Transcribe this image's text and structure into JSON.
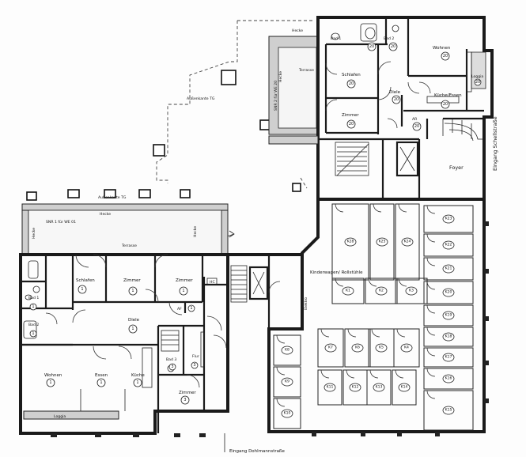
{
  "labels": {
    "aussenkante_tg_top": "Außenkante TG",
    "aussenkante_tg_left": "Außenkante TG",
    "hecke_top": "Hecke",
    "hecke_mid": "Hecke",
    "hecke_lower": "Hecke",
    "hecke_left": "Hecke",
    "hecke_right": "Hecke",
    "hecke_vert": "Hecke",
    "terrasse_top": "Terrasse",
    "terrasse_left": "Terrasse",
    "snr2": "SNR 2 für WE 20",
    "snr1": "SNR 1 für WE 01",
    "eingang_seite": "Eingang Schellstraße",
    "eingang_dohm": "Eingang Dohlmannstraße",
    "foyer": "Foyer",
    "kinderwagen": "Kinderwagen/ Rollstühle",
    "elektro": "Elektro",
    "a_marker": "A",
    "diele_top": "Diele",
    "diele_left": "Diele",
    "bad1_top": "Bad 1",
    "bad2_top": "Bad 2",
    "schlafen_top": "Schlafen",
    "zimmer_top": "Zimmer",
    "wohnen_top": "Wohnen",
    "kueche_essen_top": "Küche/Essen",
    "loggia_top": "Loggia",
    "ar_top": "AR",
    "bad1_left": "Bad 1",
    "bad2_left": "Bad 2",
    "schlafen_left": "Schlafen",
    "zimmer_left_a": "Zimmer",
    "zimmer_left_b": "Zimmer",
    "af_left": "AF",
    "wohnen_left": "Wohnen",
    "essen_left": "Essen",
    "kueche_left": "Küche",
    "loggia_left": "Loggia",
    "bad3": "Bad 3",
    "flur": "Flur",
    "zimmer_lower": "Zimmer",
    "hc": "HC",
    "n20": "20",
    "n1": "1",
    "n3": "3"
  },
  "cellars": {
    "right_cols": [
      "K28",
      "K25",
      "K24"
    ],
    "right_col_end": [
      "K23",
      "K22",
      "K21",
      "K20",
      "K19",
      "K18",
      "K17",
      "K16",
      "K15"
    ],
    "mid_top": [
      "K1",
      "K2",
      "K3"
    ],
    "mid_low": [
      "K7",
      "K6",
      "K5",
      "K4"
    ],
    "bottom_row": [
      "K11",
      "K12",
      "K13",
      "K14"
    ],
    "left_col": [
      "K8",
      "K9",
      "K10"
    ]
  }
}
